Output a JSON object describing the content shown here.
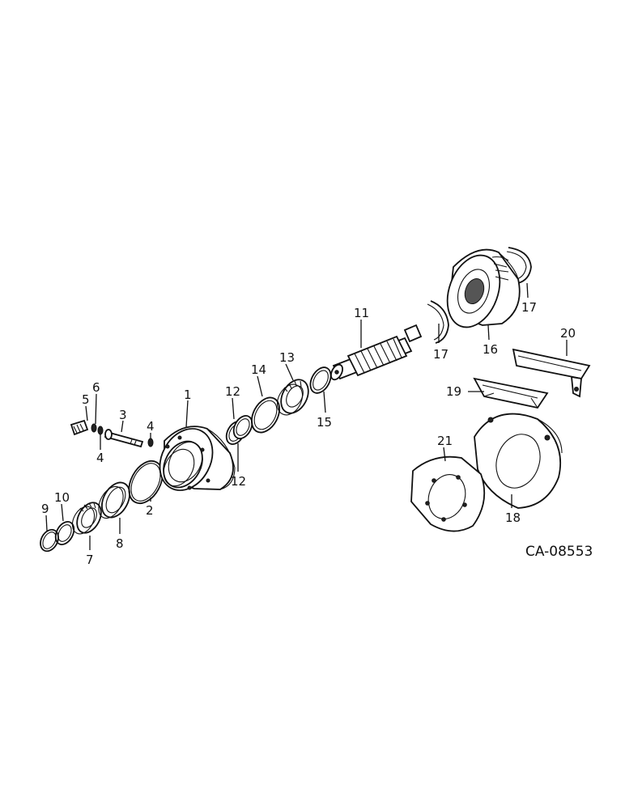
{
  "drawing_code": "CA-08553",
  "callouts": [
    {
      "id": "1",
      "text": "1"
    },
    {
      "id": "2",
      "text": "2"
    },
    {
      "id": "3",
      "text": "3"
    },
    {
      "id": "4a",
      "text": "4"
    },
    {
      "id": "4b",
      "text": "4"
    },
    {
      "id": "5",
      "text": "5"
    },
    {
      "id": "6",
      "text": "6"
    },
    {
      "id": "7",
      "text": "7"
    },
    {
      "id": "8",
      "text": "8"
    },
    {
      "id": "9",
      "text": "9"
    },
    {
      "id": "10",
      "text": "10"
    },
    {
      "id": "11",
      "text": "11"
    },
    {
      "id": "12a",
      "text": "12"
    },
    {
      "id": "12b",
      "text": "12"
    },
    {
      "id": "13",
      "text": "13"
    },
    {
      "id": "14",
      "text": "14"
    },
    {
      "id": "15",
      "text": "15"
    },
    {
      "id": "16",
      "text": "16"
    },
    {
      "id": "17a",
      "text": "17"
    },
    {
      "id": "17b",
      "text": "17"
    },
    {
      "id": "18",
      "text": "18"
    },
    {
      "id": "19",
      "text": "19"
    },
    {
      "id": "20",
      "text": "20"
    },
    {
      "id": "21",
      "text": "21"
    }
  ]
}
